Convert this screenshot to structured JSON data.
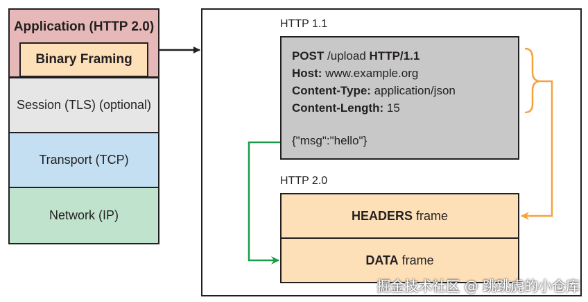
{
  "stack": {
    "application": "Application (HTTP 2.0)",
    "binary_framing": "Binary Framing",
    "session": "Session (TLS) (optional)",
    "transport": "Transport (TCP)",
    "network": "Network (IP)"
  },
  "http11": {
    "label": "HTTP 1.1",
    "lines": [
      {
        "key": "POST",
        "mid": " /upload ",
        "tail": "HTTP/1.1"
      },
      {
        "key": "Host:",
        "value": " www.example.org"
      },
      {
        "key": "Content-Type:",
        "value": " application/json"
      },
      {
        "key": "Content-Length:",
        "value": " 15"
      }
    ],
    "body": "{\"msg\":\"hello\"}"
  },
  "http2": {
    "label": "HTTP 2.0",
    "headers_frame": {
      "bold": "HEADERS",
      "rest": "frame"
    },
    "data_frame": {
      "bold": "DATA",
      "rest": "frame"
    }
  },
  "colors": {
    "application": "#e6b9b8",
    "framing": "#fde0b8",
    "session": "#e6e6e6",
    "transport": "#c4dff2",
    "network": "#bfe3cd",
    "request": "#c8c8c8",
    "orange_arrow": "#f4a23c",
    "green_arrow": "#1a9a4a"
  },
  "watermark": "掘金技术社区 @ 跳跳虎的小仓库"
}
